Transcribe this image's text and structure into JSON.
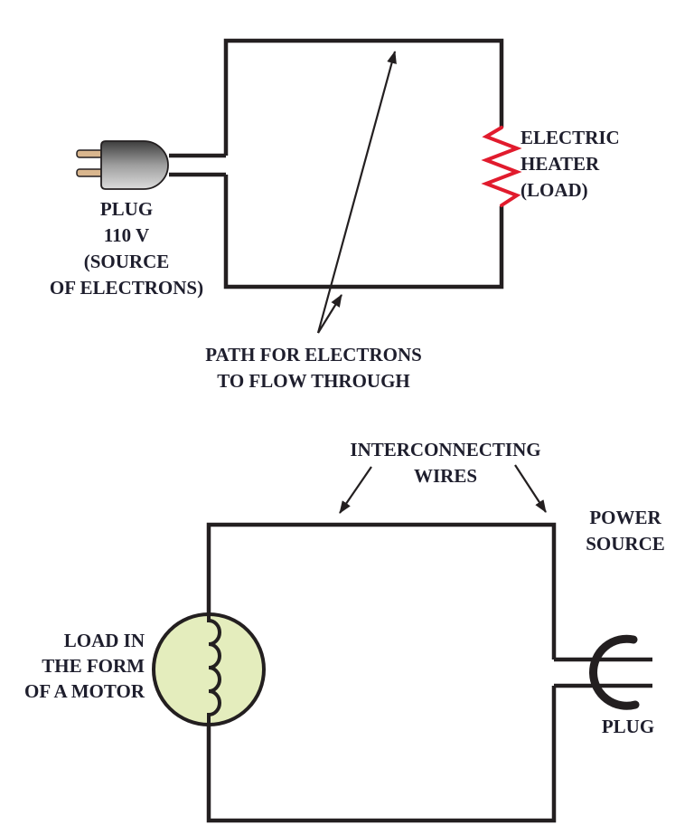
{
  "figure": {
    "colors": {
      "background": "#ffffff",
      "wire": "#231f20",
      "text": "#1e1e2d",
      "heater": "#e11b2d",
      "motor_fill": "#e4edbd",
      "plug_body_top": "#3d3d3d",
      "plug_body_mid": "#9e9e9e",
      "plug_body_bottom": "#dcdcdc",
      "prong": "#d9b68e"
    },
    "top_circuit": {
      "plug_label": {
        "lines": [
          "PLUG",
          "110 V",
          "(SOURCE",
          "OF ELECTRONS)"
        ]
      },
      "heater_label": {
        "lines": [
          "ELECTRIC",
          "HEATER",
          "(LOAD)"
        ]
      },
      "path_label": {
        "lines": [
          "PATH FOR ELECTRONS",
          "TO FLOW THROUGH"
        ]
      }
    },
    "bottom_circuit": {
      "wires_label": {
        "lines": [
          "INTERCONNECTING",
          "WIRES"
        ]
      },
      "power_label": {
        "lines": [
          "POWER",
          "SOURCE"
        ]
      },
      "motor_label": {
        "lines": [
          "LOAD IN",
          "THE FORM",
          "OF A MOTOR"
        ]
      },
      "plug_label": "PLUG"
    }
  }
}
